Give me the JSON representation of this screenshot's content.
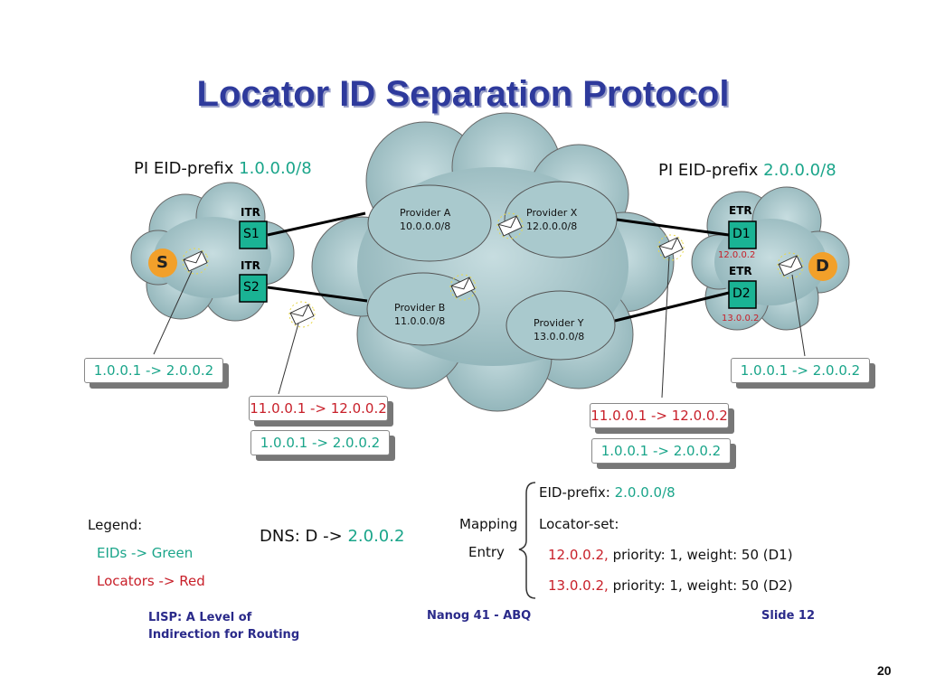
{
  "title": "Locator ID Separation Protocol",
  "left_site": {
    "prefix_label": "PI EID-prefix",
    "prefix_value": "1.0.0.0/8",
    "itr1_label": "ITR",
    "itr1_name": "S1",
    "itr2_label": "ITR",
    "itr2_name": "S2",
    "host": "S"
  },
  "right_site": {
    "prefix_label": "PI EID-prefix",
    "prefix_value": "2.0.0.0/8",
    "etr1_label": "ETR",
    "etr1_name": "D1",
    "etr1_locator": "12.0.0.2",
    "etr2_label": "ETR",
    "etr2_name": "D2",
    "etr2_locator": "13.0.0.2",
    "host": "D"
  },
  "providers": {
    "a": {
      "name": "Provider A",
      "prefix": "10.0.0.0/8"
    },
    "x": {
      "name": "Provider X",
      "prefix": "12.0.0.0/8"
    },
    "b": {
      "name": "Provider B",
      "prefix": "11.0.0.0/8"
    },
    "y": {
      "name": "Provider Y",
      "prefix": "13.0.0.0/8"
    }
  },
  "packets": {
    "left_inner": "1.0.0.1 -> 2.0.0.2",
    "mid_outer": "11.0.0.1 -> 12.0.0.2",
    "mid_inner": "1.0.0.1 -> 2.0.0.2",
    "right_outer": "11.0.0.1 -> 12.0.0.2",
    "right_inner": "1.0.0.1 -> 2.0.0.2",
    "far_right_inner": "1.0.0.1 -> 2.0.0.2"
  },
  "legend": {
    "title": "Legend:",
    "eids": "EIDs -> Green",
    "locators": "Locators -> Red"
  },
  "dns": {
    "label": "DNS: D ->",
    "value": "2.0.0.2"
  },
  "mapping": {
    "label_line1": "Mapping",
    "label_line2": "Entry",
    "eid_label": "EID-prefix:",
    "eid_value": "2.0.0.0/8",
    "locator_set_label": "Locator-set:",
    "rows": [
      {
        "locator": "12.0.0.2,",
        "rest": "priority: 1, weight: 50 (D1)"
      },
      {
        "locator": "13.0.0.2,",
        "rest": "priority: 1, weight: 50 (D2)"
      }
    ]
  },
  "footer": {
    "left_line1": "LISP: A Level of",
    "left_line2": "Indirection for Routing",
    "center": "Nanog 41 - ABQ",
    "right": "Slide 12"
  },
  "page_number": "20",
  "colors": {
    "title": "#2e3a9c",
    "eid": "#1aa58a",
    "locator": "#c8202a",
    "cloud": "#9fc0c4",
    "router": "#1ab394",
    "host": "#f2a02a"
  }
}
